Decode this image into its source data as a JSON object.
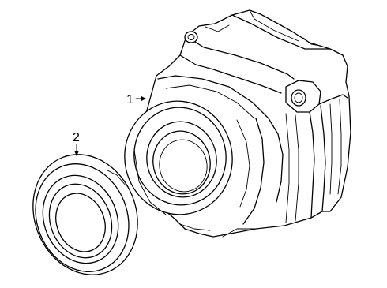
{
  "diagram": {
    "callouts": [
      {
        "id": "1",
        "label": "1",
        "part": "main-unit"
      },
      {
        "id": "2",
        "label": "2",
        "part": "cover-lens"
      }
    ],
    "colors": {
      "line": "#000000",
      "background": "#ffffff"
    }
  }
}
